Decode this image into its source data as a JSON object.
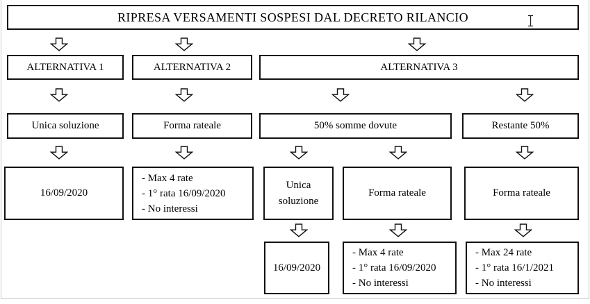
{
  "colors": {
    "line": "#111111",
    "background": "#ffffff",
    "page_edge": "#c9c9c9"
  },
  "icons": {
    "down_arrow": "hollow-down-arrow",
    "text_cursor": "i-beam"
  },
  "nodes": {
    "title": "RIPRESA VERSAMENTI SOSPESI DAL DECRETO RILANCIO",
    "alt1": "ALTERNATIVA 1",
    "alt2": "ALTERNATIVA 2",
    "alt3": "ALTERNATIVA 3",
    "alt1_option": "Unica soluzione",
    "alt2_option": "Forma rateale",
    "alt3_part1": "50% somme dovute",
    "alt3_part2": "Restante 50%",
    "alt1_deadline": "16/09/2020",
    "alt2_details": [
      "- Max 4 rate",
      "- 1° rata 16/09/2020",
      "- No interessi"
    ],
    "part1_option1": "Unica soluzione",
    "part1_option2": "Forma rateale",
    "part2_option": "Forma rateale",
    "part1_deadline": "16/09/2020",
    "part1_details": [
      "- Max 4 rate",
      "- 1° rata 16/09/2020",
      "- No interessi"
    ],
    "part2_details": [
      "- Max 24 rate",
      "- 1° rata 16/1/2021",
      "- No interessi"
    ]
  }
}
